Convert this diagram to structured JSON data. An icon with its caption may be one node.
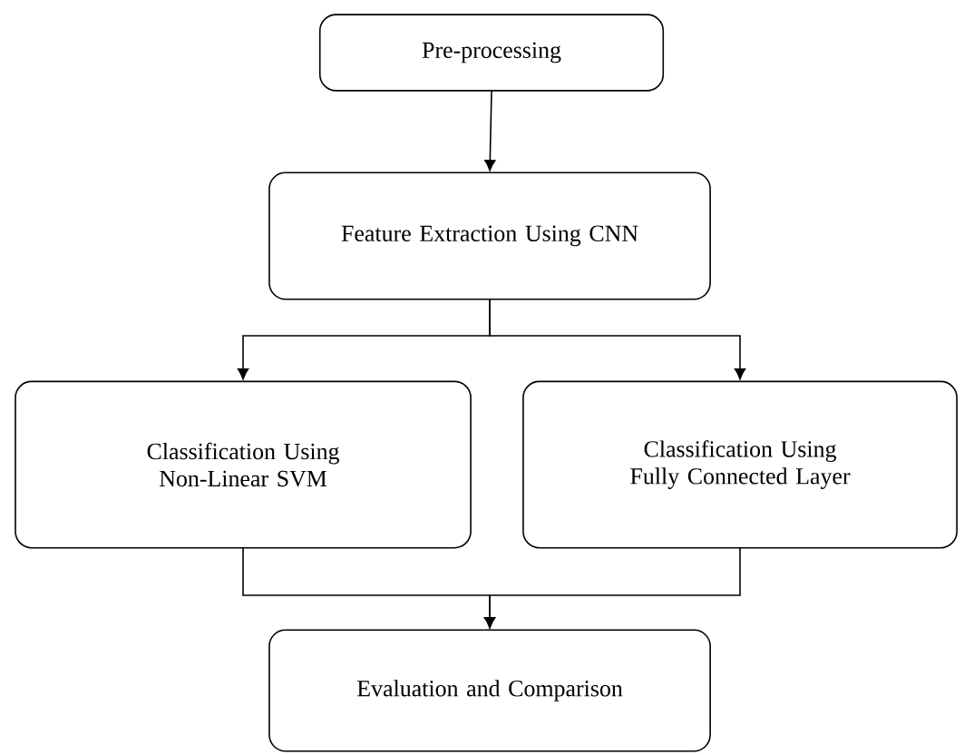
{
  "diagram": {
    "nodes": [
      {
        "text": [
          "Pre-processing"
        ]
      },
      {
        "text": [
          "Feature Extraction Using CNN"
        ]
      },
      {
        "text": [
          "Classification Using Non-Linear SVM"
        ]
      },
      {
        "text": [
          "Classification Using Fully Connected Layer"
        ]
      },
      {
        "text": [
          "Evaluation and Comparison"
        ]
      }
    ],
    "edges": [
      {
        "from": 0,
        "to": 1,
        "arrow": "to"
      },
      {
        "from": 1,
        "to": 2,
        "arrow": "to"
      },
      {
        "from": 1,
        "to": 3,
        "arrow": "to"
      },
      {
        "from": 2,
        "to": 4,
        "arrow": "to"
      },
      {
        "from": 3,
        "to": 4,
        "arrow": "to"
      }
    ]
  }
}
